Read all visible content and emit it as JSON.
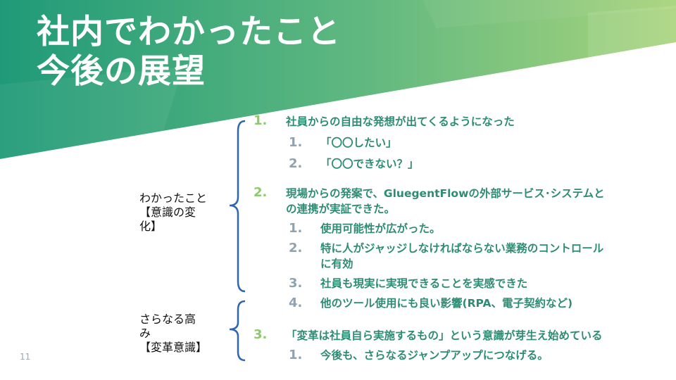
{
  "title": {
    "line1": "社内でわかったこと",
    "line2": "今後の展望"
  },
  "side_labels": {
    "upper": [
      "わかったこと",
      "【意識の変",
      "化】"
    ],
    "lower": [
      "さらなる高",
      "み",
      "【変革意識】"
    ]
  },
  "items": [
    {
      "number": "1.",
      "text": "社員からの自由な発想が出てくるようになった",
      "subitems": [
        {
          "number": "1.",
          "lines": [
            "「〇〇したい」"
          ]
        },
        {
          "number": "2.",
          "lines": [
            "「〇〇できない？」"
          ]
        }
      ]
    },
    {
      "number": "2.",
      "lines": [
        "現場からの発案で、GluegentFlowの外部サービス･システムと",
        "の連携が実証できた。"
      ],
      "subitems": [
        {
          "number": "1.",
          "lines": [
            "使用可能性が広がった。"
          ]
        },
        {
          "number": "2.",
          "lines": [
            "特に人がジャッジしなければならない業務のコントロール",
            "に有効"
          ]
        },
        {
          "number": "3.",
          "lines": [
            "社員も現実に実現できることを実感できた"
          ]
        },
        {
          "number": "4.",
          "lines": [
            "他のツール使用にも良い影響(RPA、電子契約など)"
          ]
        }
      ]
    },
    {
      "number": "3.",
      "text": "「変革は社員自ら実施するもの」という意識が芽生え始めている",
      "subitems": [
        {
          "number": "1.",
          "lines": [
            "今後も、さらなるジャンプアップにつなげる。"
          ]
        }
      ]
    }
  ],
  "slide_number": "11",
  "colors": {
    "banner_dark": "#1f9a78",
    "banner_light": "#a9d47c",
    "item_text": "#2e8c74",
    "item_number": "#8fc96f",
    "subitem_number": "#8ea3b2",
    "brace": "#2f66b3"
  }
}
